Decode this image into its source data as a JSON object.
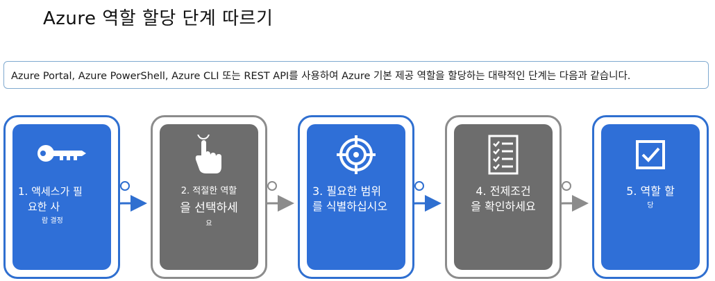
{
  "title": "Azure 역할 할당 단계 따르기",
  "intro": "Azure Portal, Azure PowerShell, Azure CLI 또는 REST API를 사용하여 Azure 기본 제공 역할을 할당하는 대략적인 단계는 다음과 같습니다.",
  "colors": {
    "blue": "#2f6fd7",
    "gray": "#6d6d6d",
    "frame_blue": "#2f6fd0",
    "frame_gray": "#8c8c8c"
  },
  "steps": [
    {
      "icon": "key-icon",
      "color": "blue",
      "line1": "1. 액세스가 필",
      "line2": "요한 사",
      "line3": "람 결정"
    },
    {
      "icon": "touch-hand-icon",
      "color": "gray",
      "line1": "2. 적절한 역할",
      "line2": "을 선택하세",
      "line3": "요"
    },
    {
      "icon": "target-icon",
      "color": "blue",
      "line1": "3. 필요한 범위",
      "line2": "를 식별하십시오"
    },
    {
      "icon": "checklist-icon",
      "color": "gray",
      "line1": "4. 전제조건",
      "line2": "을 확인하세요"
    },
    {
      "icon": "checkbox-icon",
      "color": "blue",
      "line1": "5. 역할 할",
      "line2": "당"
    }
  ]
}
